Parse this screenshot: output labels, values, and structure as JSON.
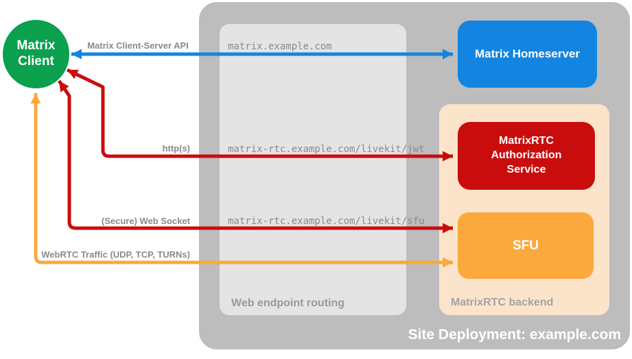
{
  "diagram": {
    "site_box": {
      "label": "Site Deployment: example.com",
      "color": "#BDBDBD"
    },
    "routing_box": {
      "label": "Web endpoint routing",
      "color": "#E4E4E4"
    },
    "backend_box": {
      "label": "MatrixRTC backend",
      "color": "#FCE4CB"
    },
    "nodes": {
      "client": {
        "label": "Matrix Client",
        "shape": "circle",
        "color": "#0AA04E"
      },
      "homeserver": {
        "label": "Matrix Homeserver",
        "color": "#1385E0"
      },
      "auth_service": {
        "label": "MatrixRTC Authorization Service",
        "color": "#C90D0D"
      },
      "sfu": {
        "label": "SFU",
        "color": "#FBA93D"
      }
    },
    "edges": [
      {
        "id": "client-server-api",
        "label": "Matrix Client-Server API",
        "route": "matrix.example.com",
        "from": "client",
        "to": "homeserver",
        "color": "#1385E0",
        "bidirectional": true
      },
      {
        "id": "https-jwt",
        "label": "http(s)",
        "route": "matrix-rtc.example.com/livekit/jwt",
        "from": "client",
        "to": "auth_service",
        "color": "#C90D0D",
        "bidirectional": true
      },
      {
        "id": "websocket-sfu",
        "label": "(Secure) Web Socket",
        "route": "matrix-rtc.example.com/livekit/sfu",
        "from": "client",
        "to": "sfu",
        "color": "#C90D0D",
        "bidirectional": true
      },
      {
        "id": "webrtc-traffic",
        "label": "WebRTC Traffic (UDP, TCP, TURNs)",
        "from": "client",
        "to": "sfu",
        "color": "#FBA93D",
        "bidirectional": true
      }
    ]
  }
}
